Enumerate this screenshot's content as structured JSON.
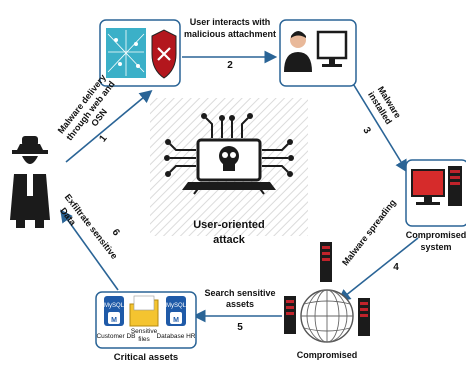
{
  "center": {
    "line1": "User-oriented",
    "line2": "attack"
  },
  "steps": {
    "s1": {
      "line1": "Malware delivery",
      "line2": "through web and",
      "line3": "OSN",
      "num": "1"
    },
    "s2": {
      "line1": "User interacts with",
      "line2": "malicious attachment",
      "num": "2"
    },
    "s3": {
      "line1": "Malware",
      "line2": "installed",
      "num": "3"
    },
    "s4": {
      "line1": "Malware spreading",
      "num": "4"
    },
    "s5": {
      "line1": "Search sensitive",
      "line2": "assets",
      "num": "5"
    },
    "s6": {
      "line1": "Exfiltrate sensitive",
      "line2": "Data",
      "num": "6"
    }
  },
  "nodes": {
    "compromised_system": {
      "line1": "Compromised",
      "line2": "system"
    },
    "compromised_network": {
      "line1": "Compromised"
    },
    "critical_assets": {
      "title": "Critical assets",
      "customer_db": "Customer DB",
      "sensitive_files_1": "Sensitive",
      "sensitive_files_2": "files",
      "database_hr": "Database HR",
      "mysql": "MySQL",
      "m": "M"
    }
  },
  "colors": {
    "arrow": "#2a6496",
    "hatch": "#d7d7d7",
    "icon_dark": "#1b1b1b",
    "server_red": "#c0232b",
    "monitor_screen": "#d62b2b",
    "folder": "#f4c430",
    "mysql_blue": "#1f5aa8",
    "network_teal": "#3bb0c8",
    "shield_red": "#b3161d"
  }
}
